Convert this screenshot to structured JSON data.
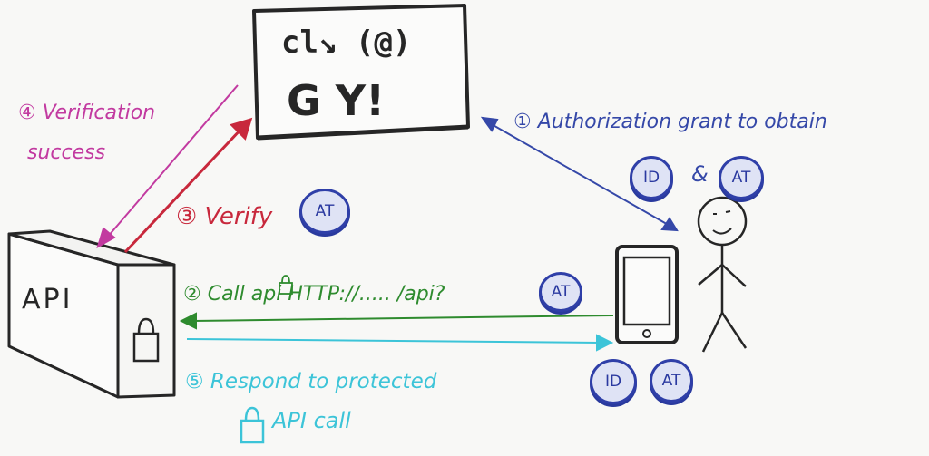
{
  "auth_server": {
    "logo_top": "cl↘ (@)",
    "logo_bottom": "G Y!"
  },
  "api": {
    "label": "API"
  },
  "steps": {
    "step1": "① Authorization grant to obtain",
    "step1_and": "&",
    "step2": "② Call api HTTP://..... /api?",
    "step3": "③ Verify",
    "step4_line1": "④ Verification",
    "step4_line2": "success",
    "step5_line1": "⑤ Respond to protected",
    "step5_line2": "API call"
  },
  "tokens": {
    "id": "ID",
    "at": "AT"
  },
  "colors": {
    "ink": "#2a2a2a",
    "step1_blue": "#3548a8",
    "step2_green": "#2e8b2e",
    "step3_red": "#c8283c",
    "step4_magenta": "#c23aa0",
    "step5_cyan": "#3cc4d8",
    "badge_blue": "#2f3fa8"
  }
}
